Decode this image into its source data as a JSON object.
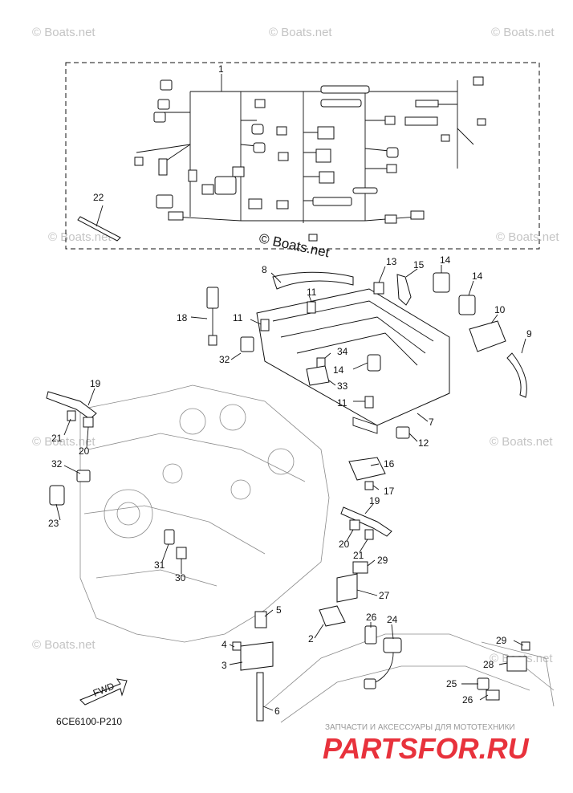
{
  "watermarks": {
    "brand": "© Boats.net",
    "center": "© Boats.net"
  },
  "diagram_code": "6CE6100-P210",
  "fwd_label": "FWD",
  "footer": {
    "tagline": "ЗАПЧАСТИ И АКСЕССУАРЫ ДЛЯ МОТОТЕХНИКИ",
    "logo": "PARTSFOR.RU"
  },
  "callouts": {
    "c1": "1",
    "c2": "2",
    "c3": "3",
    "c4": "4",
    "c5": "5",
    "c6": "6",
    "c7": "7",
    "c8": "8",
    "c9": "9",
    "c10": "10",
    "c11a": "11",
    "c11b": "11",
    "c11c": "11",
    "c12": "12",
    "c13": "13",
    "c14a": "14",
    "c14b": "14",
    "c14c": "14",
    "c15": "15",
    "c16": "16",
    "c17": "17",
    "c18": "18",
    "c19a": "19",
    "c19b": "19",
    "c20a": "20",
    "c20b": "20",
    "c21a": "21",
    "c21b": "21",
    "c22": "22",
    "c23": "23",
    "c24": "24",
    "c25": "25",
    "c26a": "26",
    "c26b": "26",
    "c27": "27",
    "c28": "28",
    "c29a": "29",
    "c29b": "29",
    "c30": "30",
    "c31": "31",
    "c32a": "32",
    "c32b": "32",
    "c33": "33",
    "c34": "34"
  },
  "colors": {
    "ink": "#111111",
    "watermark": "#c4c4c4",
    "logo_red": "#e8323c"
  }
}
